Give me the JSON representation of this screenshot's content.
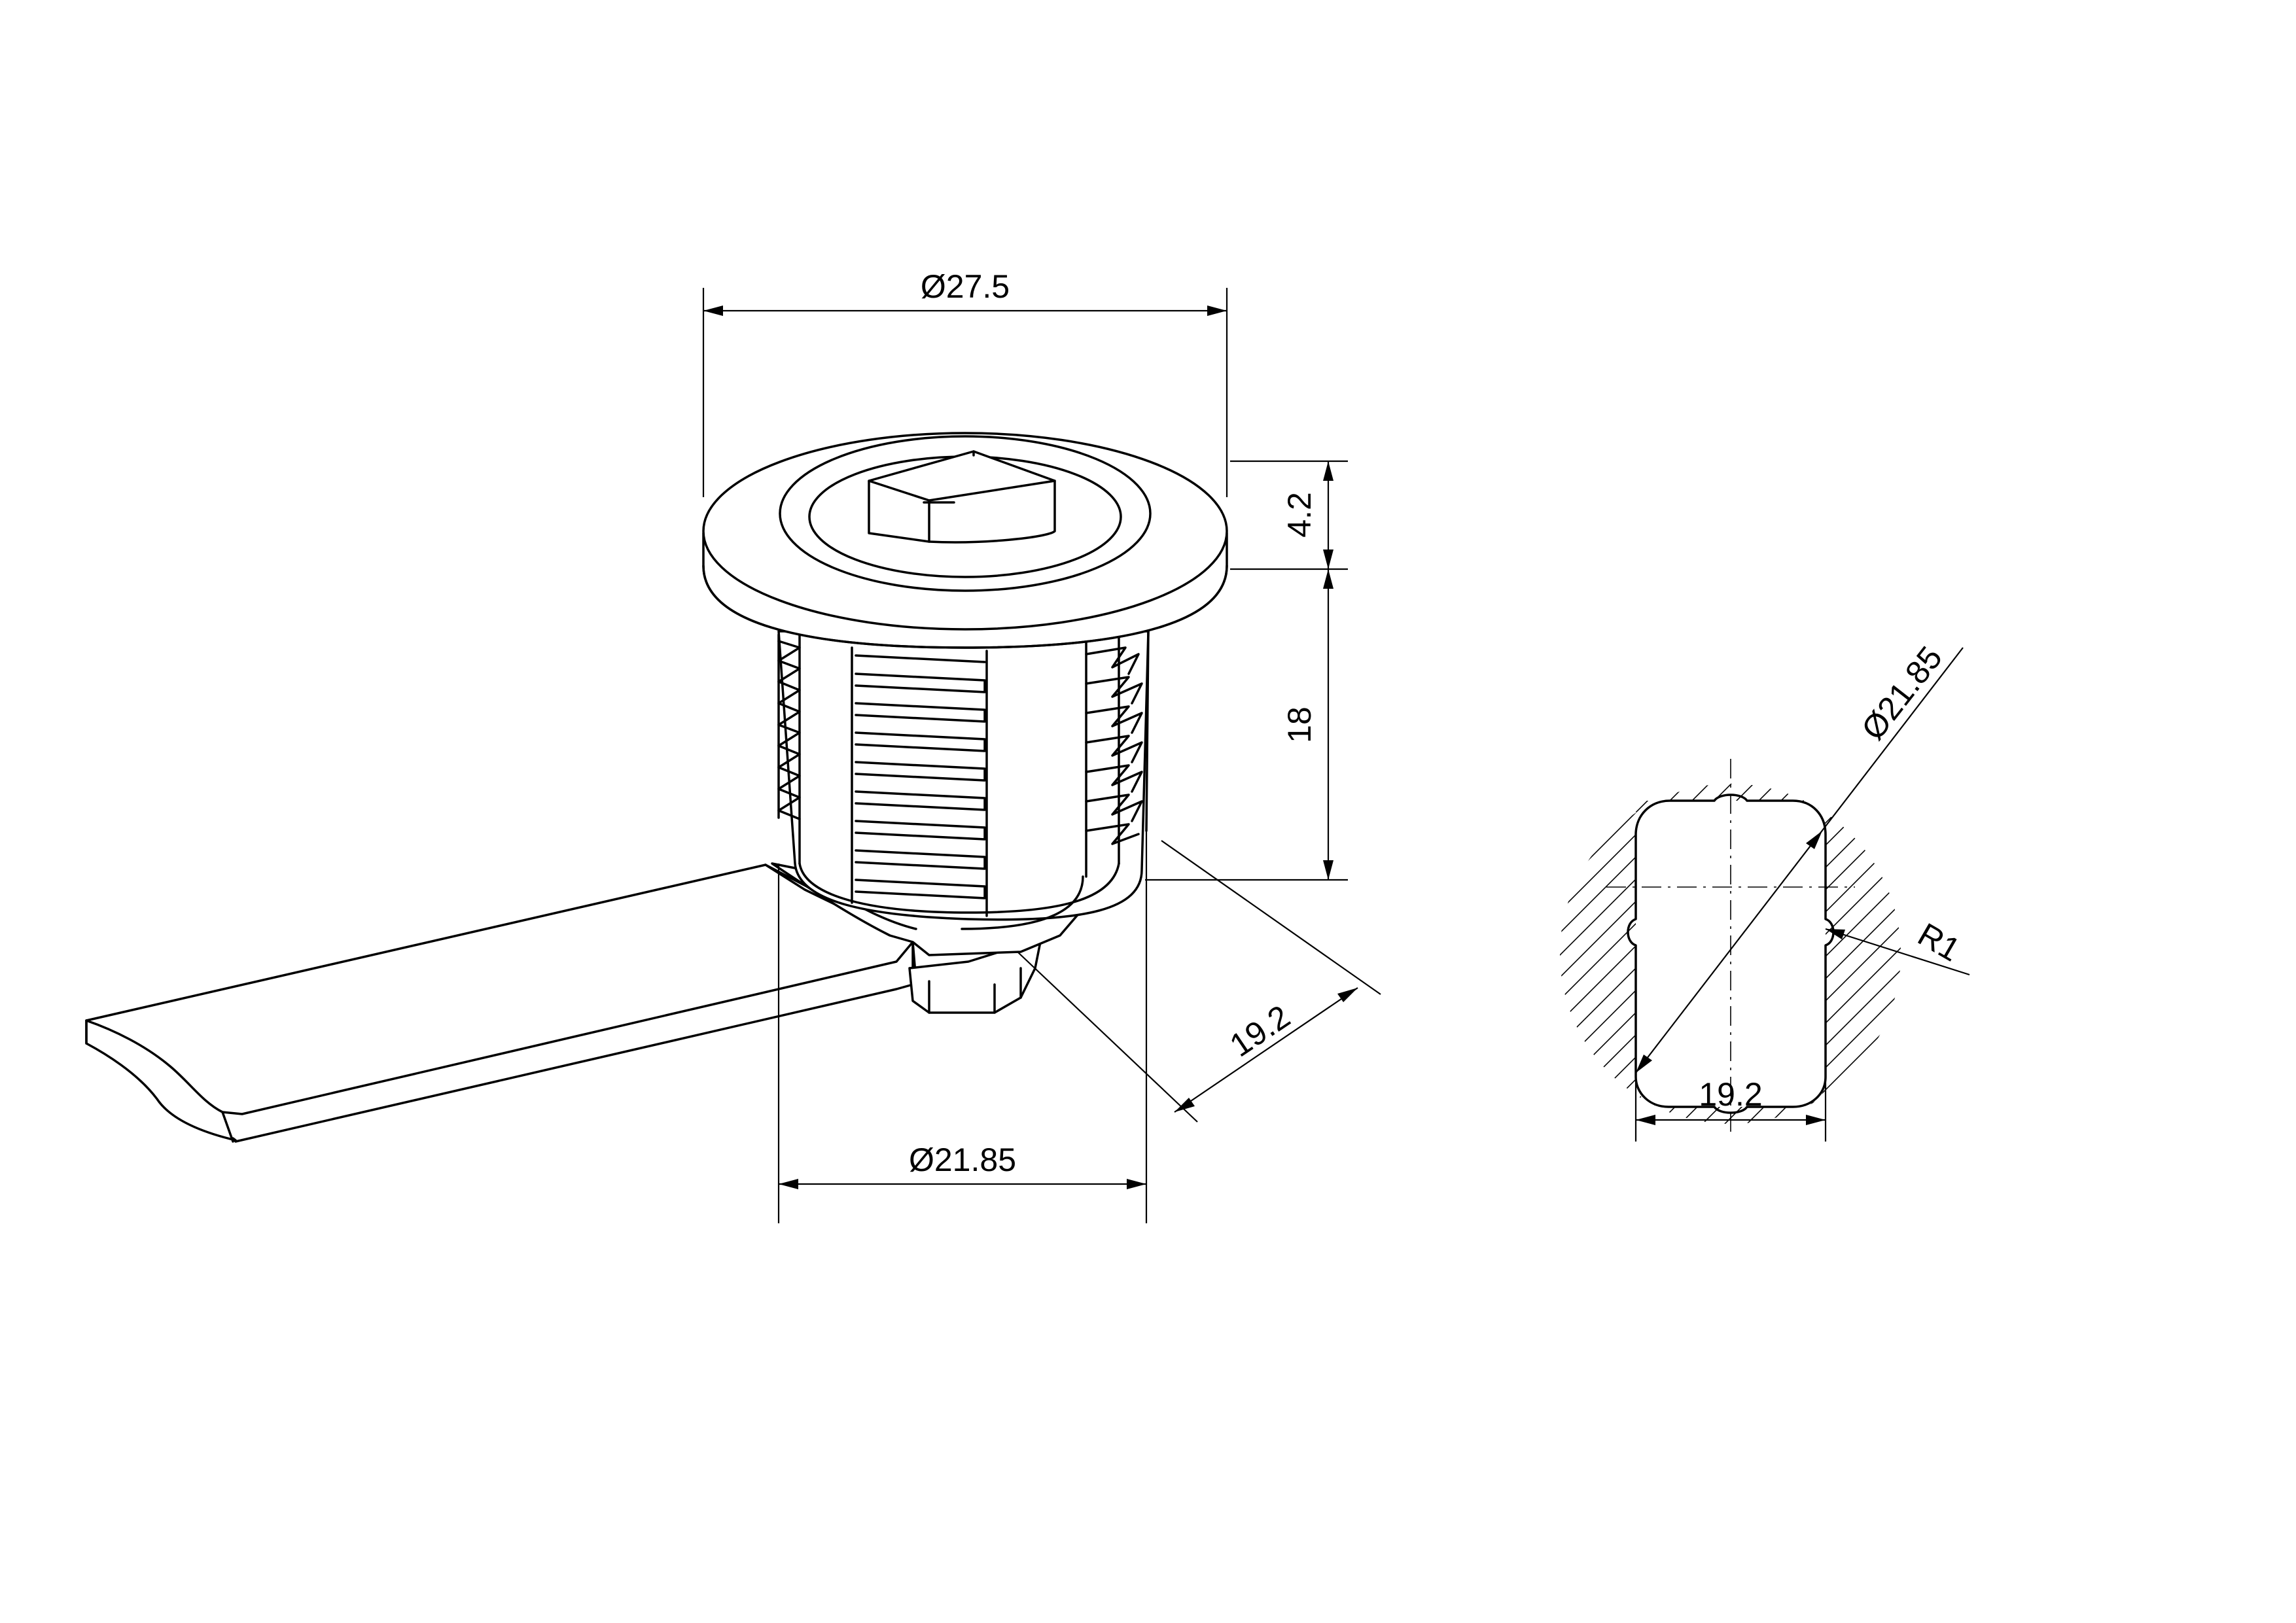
{
  "front_view": {
    "head_diameter_label": "Ø27.5",
    "head_height_label": "4.2",
    "body_length_label": "18",
    "flat_width_label": "19.2",
    "thread_diameter_label": "Ø21.85"
  },
  "section_view": {
    "diameter_label": "Ø21.85",
    "radius_label": "R1",
    "flat_width_label": "19.2"
  }
}
